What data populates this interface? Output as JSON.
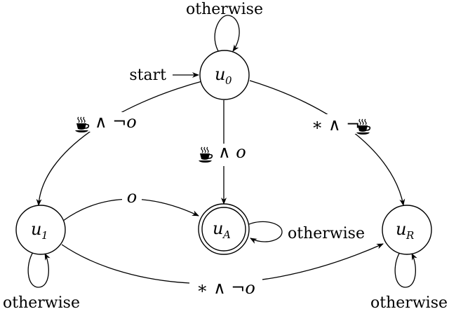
{
  "states": {
    "u0": {
      "name": "u",
      "sub": "0"
    },
    "u1": {
      "name": "u",
      "sub": "1"
    },
    "uA": {
      "name": "u",
      "sub": "A"
    },
    "uR": {
      "name": "u",
      "sub": "R"
    }
  },
  "start_label": "start",
  "edges": {
    "u0_self": "otherwise",
    "u0_u1": {
      "icon": "coffee-cup-icon",
      "rest": "∧ ¬o"
    },
    "u0_uA": {
      "icon": "coffee-cup-icon",
      "rest": "∧ o"
    },
    "u0_uR": {
      "lead": "∗ ∧ ¬",
      "icon": "coffee-cup-icon"
    },
    "u1_uA": "o",
    "u1_uR": "∗ ∧ ¬o",
    "u1_self": "otherwise",
    "uA_self": "otherwise",
    "uR_self": "otherwise"
  }
}
